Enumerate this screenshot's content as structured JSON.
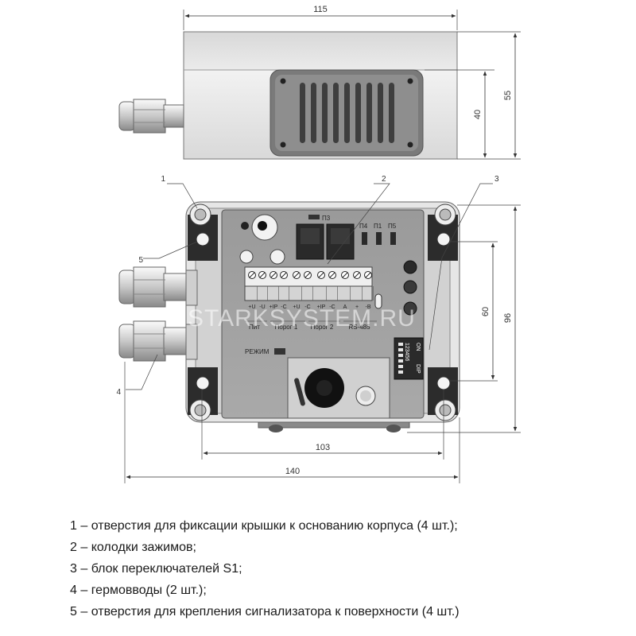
{
  "dimensions": {
    "top_width": "115",
    "top_inner_height": "40",
    "top_outer_height": "55",
    "bottom_width": "140",
    "hole_spacing_horizontal": "103",
    "hole_spacing_vertical": "60",
    "body_height": "96"
  },
  "callouts": [
    "1",
    "2",
    "3",
    "4",
    "5"
  ],
  "board": {
    "p3": "П3",
    "p4": "П4",
    "p1": "П1",
    "p5": "П5",
    "terminal_pins": [
      "+U",
      "-U",
      "+IP",
      "-C",
      "+U",
      "-C",
      "+IP",
      "-C",
      "A",
      "+",
      "-B"
    ],
    "groups": [
      "Пит",
      "Порог 1",
      "Порог 2",
      "RS-485"
    ],
    "mode": "РЕЖИМ",
    "dip_on": "ON",
    "dip_label": "DIP",
    "dip_numbers": "123456"
  },
  "watermark": "STARKSYSTEM.RU",
  "legend": [
    "1 – отверстия для фиксации крышки к основанию корпуса (4 шт.);",
    "2 – колодки зажимов;",
    "3 – блок переключателей S1;",
    "4 – гермовводы (2 шт.);",
    "5 – отверстия для крепления сигнализатора к поверхности (4 шт.)"
  ]
}
